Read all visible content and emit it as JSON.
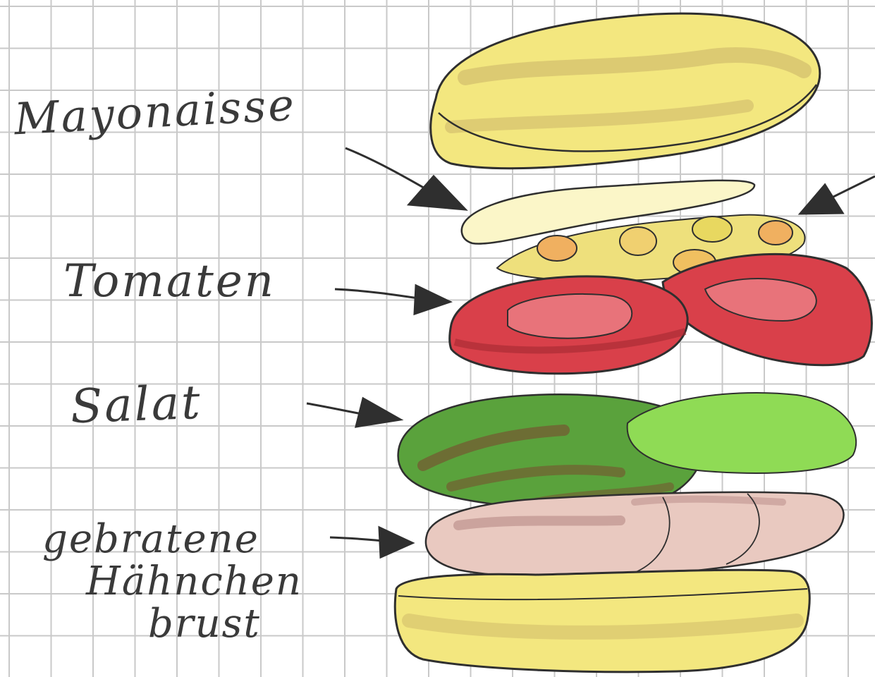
{
  "labels": {
    "mayonnaise": "Mayonaisse",
    "tomatoes": "Tomaten",
    "lettuce": "Salat",
    "chicken_line1": "gebratene",
    "chicken_line2": "Hähnchen",
    "chicken_line3": "brust"
  },
  "colors": {
    "grid": "#c9c9c9",
    "bun": "#f3e77f",
    "bun_shade": "#c9b267",
    "mayonnaise": "#fbf6c8",
    "cheese": "#eee07c",
    "tomato": "#d9404a",
    "tomato_inner": "#e8737a",
    "lettuce_dark": "#5aa23c",
    "lettuce_light": "#8fdb55",
    "lettuce_shade": "#7a4a2e",
    "chicken": "#e9c9c0",
    "chicken_shade": "#b88a86",
    "ink": "#2f2f2f"
  }
}
